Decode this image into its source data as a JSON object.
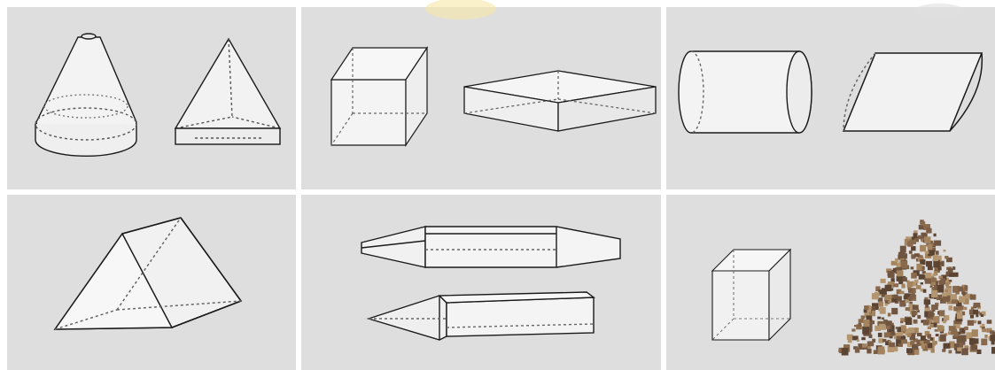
{
  "figure": {
    "panels": [
      {
        "name": "panel-cone-and-pyramid",
        "shapes": [
          "truncated-cone",
          "triangular-pyramid-on-prism-base"
        ]
      },
      {
        "name": "panel-cube-and-slab",
        "shapes": [
          "cube",
          "flat-rectangular-slab"
        ]
      },
      {
        "name": "panel-cylinders",
        "shapes": [
          "horizontal-cylinder",
          "oblique-flat-cylinder"
        ]
      },
      {
        "name": "panel-triangular-prism",
        "shapes": [
          "triangular-prism"
        ]
      },
      {
        "name": "panel-pencils",
        "shapes": [
          "hexagonal-pencil",
          "square-pencil"
        ]
      },
      {
        "name": "panel-cube-and-pile",
        "shapes": [
          "small-cube",
          "granular-pile"
        ]
      }
    ],
    "colors": {
      "panel_bg": "#dedede",
      "border": "#ffffff",
      "stroke": "#1a1a1a",
      "face_fill": "#f2f2f2",
      "pile_brown": "#8a6a4d"
    }
  }
}
